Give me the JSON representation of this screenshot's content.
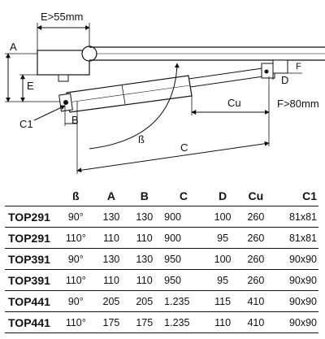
{
  "diagram": {
    "labels": {
      "e_min": "E>55mm",
      "a": "A",
      "e": "E",
      "c1": "C1",
      "b": "B",
      "beta": "ß",
      "c": "C",
      "cu": "Cu",
      "d": "D",
      "f": "F",
      "f_min": "F>80mm"
    }
  },
  "table": {
    "headers": [
      "",
      "ß",
      "A",
      "B",
      "C",
      "D",
      "Cu",
      "C1"
    ],
    "rows": [
      [
        "TOP291",
        "90°",
        "130",
        "130",
        "900",
        "100",
        "260",
        "81x81"
      ],
      [
        "TOP291",
        "110°",
        "110",
        "110",
        "900",
        "95",
        "260",
        "81x81"
      ],
      [
        "TOP391",
        "90°",
        "130",
        "130",
        "950",
        "100",
        "260",
        "90x90"
      ],
      [
        "TOP391",
        "110°",
        "110",
        "110",
        "950",
        "95",
        "260",
        "90x90"
      ],
      [
        "TOP441",
        "90°",
        "205",
        "205",
        "1.235",
        "115",
        "410",
        "90x90"
      ],
      [
        "TOP441",
        "110°",
        "175",
        "175",
        "1.235",
        "110",
        "410",
        "90x90"
      ]
    ]
  }
}
